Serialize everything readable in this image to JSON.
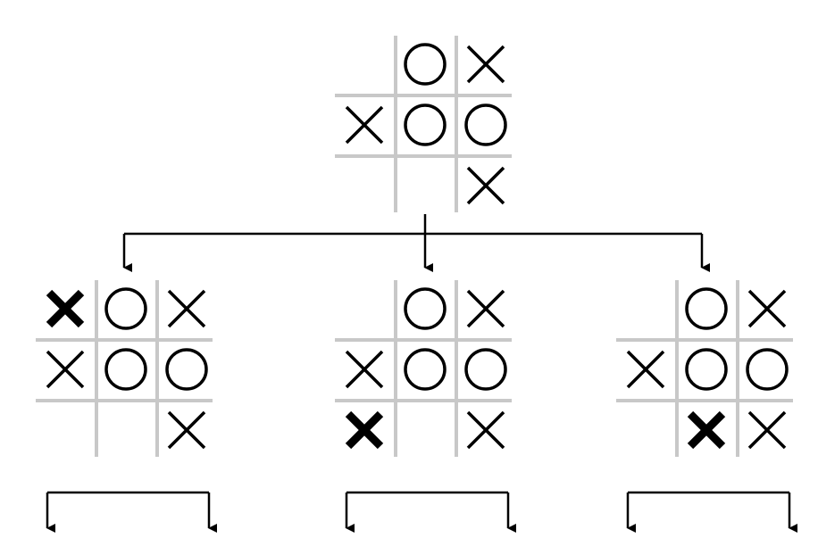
{
  "diagram": {
    "type": "game-tree",
    "game": "tic-tac-toe",
    "colors": {
      "grid": "#c8c8c8",
      "marks": "#000000",
      "arrows": "#000000",
      "background": "#ffffff"
    },
    "root": {
      "cells": [
        "",
        "O",
        "X",
        "X",
        "O",
        "O",
        "",
        "",
        "X"
      ],
      "highlight": null
    },
    "children": [
      {
        "cells": [
          "X",
          "O",
          "X",
          "X",
          "O",
          "O",
          "",
          "",
          "X"
        ],
        "highlight": 0,
        "child_branches": 2
      },
      {
        "cells": [
          "",
          "O",
          "X",
          "X",
          "O",
          "O",
          "X",
          "",
          "X"
        ],
        "highlight": 6,
        "child_branches": 2
      },
      {
        "cells": [
          "",
          "O",
          "X",
          "X",
          "O",
          "O",
          "",
          "X",
          "X"
        ],
        "highlight": 7,
        "child_branches": 2
      }
    ]
  }
}
